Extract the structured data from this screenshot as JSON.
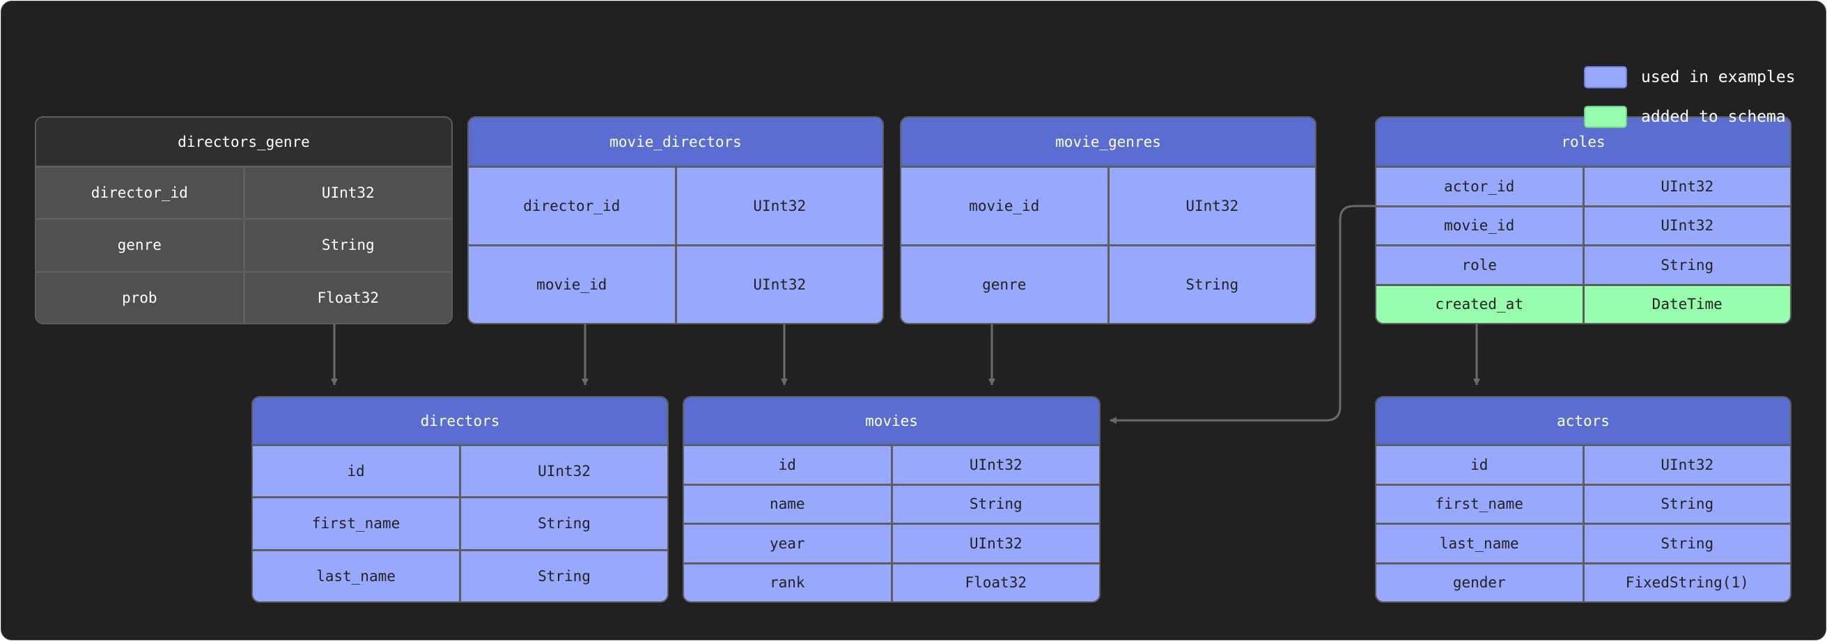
{
  "legend": [
    {
      "label": "used in examples",
      "color": "#98a8fc"
    },
    {
      "label": "added to schema",
      "color": "#98fcae"
    }
  ],
  "colors": {
    "header_used": "#5a6dd0",
    "cell_used": "#98a8fc",
    "added": "#98fcae",
    "header_unused": "#2f2f2d",
    "cell_unused": "#505050",
    "background": "#212121"
  },
  "tables": [
    {
      "id": "directors_genre",
      "name": "directors_genre",
      "used": false,
      "columns": [
        {
          "name": "director_id",
          "type": "UInt32"
        },
        {
          "name": "genre",
          "type": "String"
        },
        {
          "name": "prob",
          "type": "Float32"
        }
      ]
    },
    {
      "id": "movie_directors",
      "name": "movie_directors",
      "used": true,
      "columns": [
        {
          "name": "director_id",
          "type": "UInt32"
        },
        {
          "name": "movie_id",
          "type": "UInt32"
        }
      ]
    },
    {
      "id": "movie_genres",
      "name": "movie_genres",
      "used": true,
      "columns": [
        {
          "name": "movie_id",
          "type": "UInt32"
        },
        {
          "name": "genre",
          "type": "String"
        }
      ]
    },
    {
      "id": "roles",
      "name": "roles",
      "used": true,
      "columns": [
        {
          "name": "actor_id",
          "type": "UInt32"
        },
        {
          "name": "movie_id",
          "type": "UInt32"
        },
        {
          "name": "role",
          "type": "String"
        },
        {
          "name": "created_at",
          "type": "DateTime",
          "added": true
        }
      ]
    },
    {
      "id": "directors",
      "name": "directors",
      "used": true,
      "columns": [
        {
          "name": "id",
          "type": "UInt32"
        },
        {
          "name": "first_name",
          "type": "String"
        },
        {
          "name": "last_name",
          "type": "String"
        }
      ]
    },
    {
      "id": "movies",
      "name": "movies",
      "used": true,
      "columns": [
        {
          "name": "id",
          "type": "UInt32"
        },
        {
          "name": "name",
          "type": "String"
        },
        {
          "name": "year",
          "type": "UInt32"
        },
        {
          "name": "rank",
          "type": "Float32"
        }
      ]
    },
    {
      "id": "actors",
      "name": "actors",
      "used": true,
      "columns": [
        {
          "name": "id",
          "type": "UInt32"
        },
        {
          "name": "first_name",
          "type": "String"
        },
        {
          "name": "last_name",
          "type": "String"
        },
        {
          "name": "gender",
          "type": "FixedString(1)"
        }
      ]
    }
  ],
  "relations": [
    {
      "from": "directors_genre",
      "to": "directors"
    },
    {
      "from": "movie_directors",
      "to": "directors"
    },
    {
      "from": "movie_directors",
      "to": "movies"
    },
    {
      "from": "movie_genres",
      "to": "movies"
    },
    {
      "from": "roles",
      "to": "movies"
    },
    {
      "from": "roles",
      "to": "actors"
    }
  ]
}
